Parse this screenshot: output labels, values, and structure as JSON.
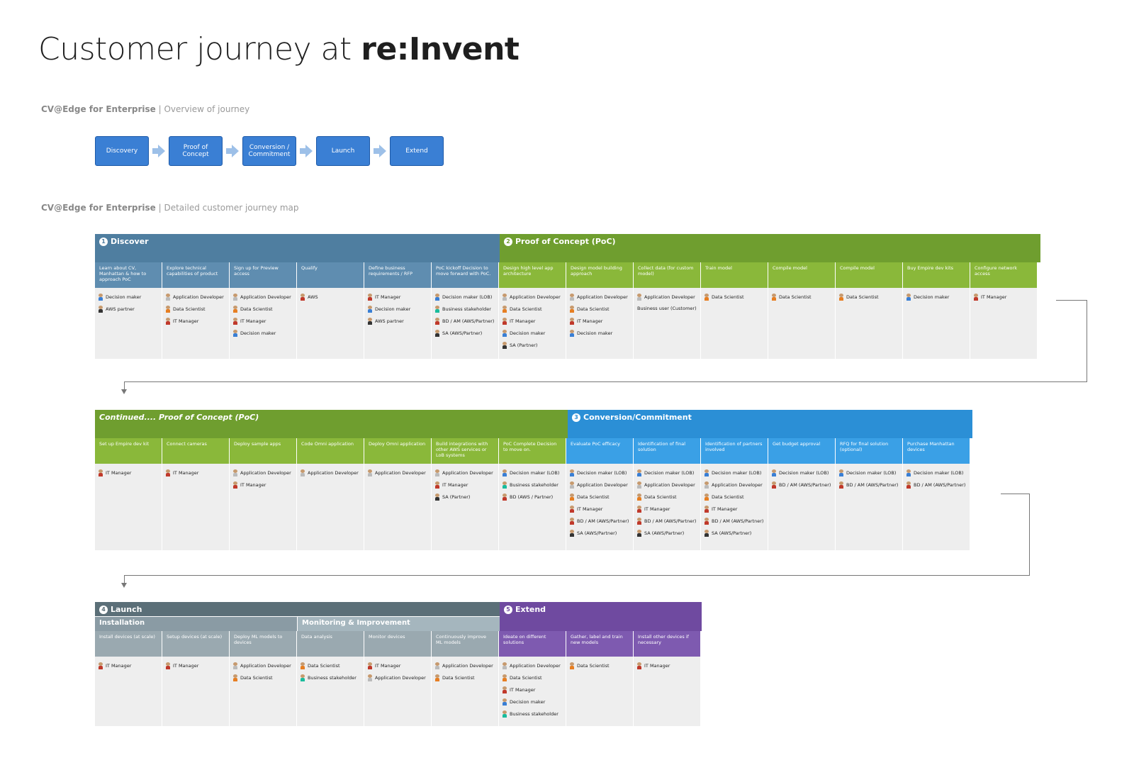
{
  "title": {
    "prefix": "Customer journey at ",
    "bold": "re:Invent"
  },
  "overview_caption": {
    "bold": "CV@Edge for Enterprise",
    "rest": " | Overview of journey"
  },
  "map_caption": {
    "bold": "CV@Edge for Enterprise",
    "rest": " | Detailed customer journey map"
  },
  "overview": [
    "Discovery",
    "Proof of Concept",
    "Conversion / Commitment",
    "Launch",
    "Extend"
  ],
  "phases": {
    "p1": {
      "num": "1",
      "label": "Discover"
    },
    "p2": {
      "num": "2",
      "label": "Proof of Concept (PoC)"
    },
    "p2c": {
      "label": "Continued.... Proof of Concept (PoC)"
    },
    "p3": {
      "num": "3",
      "label": "Conversion/Commitment"
    },
    "p4": {
      "num": "4",
      "label": "Launch"
    },
    "p4a": {
      "label": "Installation"
    },
    "p4b": {
      "label": "Monitoring & Improvement"
    },
    "p5": {
      "num": "5",
      "label": "Extend"
    }
  },
  "colors": {
    "discover": "#4f7ea0",
    "discover_step": "#5f8db0",
    "poc": "#6f9e2f",
    "poc_step": "#8ab83a",
    "conv": "#2b8fd6",
    "conv_step": "#3aa0e6",
    "launch": "#5b6f78",
    "launch_sub": "#8a9ba4",
    "launch_step": "#9aa9b0",
    "monitor_sub": "#a5b6be",
    "extend": "#6f4aa0",
    "extend_step": "#7e5ab0"
  },
  "row1": [
    {
      "step": "Learn about CV, Manhattan & how to approach PoC",
      "people": [
        [
          "Decision maker",
          "blue"
        ],
        [
          "AWS partner",
          "dark"
        ]
      ]
    },
    {
      "step": "Explore technical capabilities of product",
      "people": [
        [
          "Application Developer",
          "gray"
        ],
        [
          "Data Scientist",
          "orange"
        ],
        [
          "IT Manager",
          "red"
        ]
      ]
    },
    {
      "step": "Sign up for Preview access",
      "people": [
        [
          "Application Developer",
          "gray"
        ],
        [
          "Data Scientist",
          "orange"
        ],
        [
          "IT Manager",
          "red"
        ],
        [
          "Decision maker",
          "blue"
        ]
      ]
    },
    {
      "step": "Qualify",
      "people": [
        [
          "AWS",
          "red"
        ]
      ]
    },
    {
      "step": "Define business requirements / RFP",
      "people": [
        [
          "IT Manager",
          "red"
        ],
        [
          "Decision maker",
          "blue"
        ],
        [
          "AWS partner",
          "dark"
        ]
      ]
    },
    {
      "step": "PoC kickoff Decision to move forward with PoC.",
      "people": [
        [
          "Decision maker (LOB)",
          "blue"
        ],
        [
          "Business stakeholder",
          "teal"
        ],
        [
          "BD / AM (AWS/Partner)",
          "red"
        ],
        [
          "SA (AWS/Partner)",
          "dark"
        ]
      ]
    },
    {
      "step": "Design high level app architecture",
      "people": [
        [
          "Application Developer",
          "gray"
        ],
        [
          "Data Scientist",
          "orange"
        ],
        [
          "IT Manager",
          "red"
        ],
        [
          "Decision maker",
          "blue"
        ],
        [
          "SA (Partner)",
          "dark"
        ]
      ]
    },
    {
      "step": "Design model building approach",
      "people": [
        [
          "Application Developer",
          "gray"
        ],
        [
          "Data Scientist",
          "orange"
        ],
        [
          "IT Manager",
          "red"
        ],
        [
          "Decision maker",
          "blue"
        ]
      ]
    },
    {
      "step": "Collect data (for custom model)",
      "people": [
        [
          "Application Developer",
          "gray"
        ],
        [
          "Business user (Customer)",
          ""
        ]
      ]
    },
    {
      "step": "Train model",
      "people": [
        [
          "Data Scientist",
          "orange"
        ]
      ]
    },
    {
      "step": "Compile model",
      "people": [
        [
          "Data Scientist",
          "orange"
        ]
      ]
    },
    {
      "step": "Compile model",
      "people": [
        [
          "Data Scientist",
          "orange"
        ]
      ]
    },
    {
      "step": "Buy Empire dev kits",
      "people": [
        [
          "Decision maker",
          "blue"
        ]
      ]
    },
    {
      "step": "Configure network access",
      "people": [
        [
          "IT Manager",
          "red"
        ]
      ]
    }
  ],
  "row2": [
    {
      "step": "Set up Empire dev kit",
      "people": [
        [
          "IT Manager",
          "red"
        ]
      ]
    },
    {
      "step": "Connect cameras",
      "people": [
        [
          "IT Manager",
          "red"
        ]
      ]
    },
    {
      "step": "Deploy sample apps",
      "people": [
        [
          "Application Developer",
          "gray"
        ],
        [
          "IT Manager",
          "red"
        ]
      ]
    },
    {
      "step": "Code Omni application",
      "people": [
        [
          "Application Developer",
          "gray"
        ]
      ]
    },
    {
      "step": "Deploy Omni application",
      "people": [
        [
          "Application Developer",
          "gray"
        ]
      ]
    },
    {
      "step": "Build integrations with other AWS services or LoB systems",
      "people": [
        [
          "Application Developer",
          "gray"
        ],
        [
          "IT Manager",
          "red"
        ],
        [
          "SA (Partner)",
          "dark"
        ]
      ]
    },
    {
      "step": "PoC Complete Decision to move on.",
      "people": [
        [
          "Decision maker (LOB)",
          "blue"
        ],
        [
          "Business stakeholder",
          "teal"
        ],
        [
          "BD (AWS / Partner)",
          "red"
        ]
      ]
    },
    {
      "step": "Evaluate PoC efficacy",
      "people": [
        [
          "Decision maker (LOB)",
          "blue"
        ],
        [
          "Application Developer",
          "gray"
        ],
        [
          "Data Scientist",
          "orange"
        ],
        [
          "IT Manager",
          "red"
        ],
        [
          "BD / AM (AWS/Partner)",
          "red"
        ],
        [
          "SA (AWS/Partner)",
          "dark"
        ]
      ]
    },
    {
      "step": "Identification of final solution",
      "people": [
        [
          "Decision maker (LOB)",
          "blue"
        ],
        [
          "Application Developer",
          "gray"
        ],
        [
          "Data Scientist",
          "orange"
        ],
        [
          "IT Manager",
          "red"
        ],
        [
          "BD / AM (AWS/Partner)",
          "red"
        ],
        [
          "SA (AWS/Partner)",
          "dark"
        ]
      ]
    },
    {
      "step": "Identification of partners involved",
      "people": [
        [
          "Decision maker (LOB)",
          "blue"
        ],
        [
          "Application Developer",
          "gray"
        ],
        [
          "Data Scientist",
          "orange"
        ],
        [
          "IT Manager",
          "red"
        ],
        [
          "BD / AM (AWS/Partner)",
          "red"
        ],
        [
          "SA (AWS/Partner)",
          "dark"
        ]
      ]
    },
    {
      "step": "Get budget approval",
      "people": [
        [
          "Decision maker (LOB)",
          "blue"
        ],
        [
          "BD / AM (AWS/Partner)",
          "red"
        ]
      ]
    },
    {
      "step": "RFQ for final solution (optional)",
      "people": [
        [
          "Decision maker (LOB)",
          "blue"
        ],
        [
          "BD / AM (AWS/Partner)",
          "red"
        ]
      ]
    },
    {
      "step": "Purchase Manhattan devices",
      "people": [
        [
          "Decision maker (LOB)",
          "blue"
        ],
        [
          "BD / AM (AWS/Partner)",
          "red"
        ]
      ]
    }
  ],
  "row3": [
    {
      "step": "Install devices (at scale)",
      "people": [
        [
          "IT Manager",
          "red"
        ]
      ]
    },
    {
      "step": "Setup devices (at scale)",
      "people": [
        [
          "IT Manager",
          "red"
        ]
      ]
    },
    {
      "step": "Deploy ML models to devices",
      "people": [
        [
          "Application Developer",
          "gray"
        ],
        [
          "Data Scientist",
          "orange"
        ]
      ]
    },
    {
      "step": "Data analysis",
      "people": [
        [
          "Data Scientist",
          "orange"
        ],
        [
          "Business stakeholder",
          "teal"
        ]
      ]
    },
    {
      "step": "Monitor devices",
      "people": [
        [
          "IT Manager",
          "red"
        ],
        [
          "Application Developer",
          "gray"
        ]
      ]
    },
    {
      "step": "Continuously improve ML models",
      "people": [
        [
          "Application Developer",
          "gray"
        ],
        [
          "Data Scientist",
          "orange"
        ]
      ]
    },
    {
      "step": "Ideate on different solutions",
      "people": [
        [
          "Application Developer",
          "gray"
        ],
        [
          "Data Scientist",
          "orange"
        ],
        [
          "IT Manager",
          "red"
        ],
        [
          "Decision maker",
          "blue"
        ],
        [
          "Business stakeholder",
          "teal"
        ]
      ]
    },
    {
      "step": "Gather, label and train new models",
      "people": [
        [
          "Data Scientist",
          "orange"
        ]
      ]
    },
    {
      "step": "Install other devices if necessary",
      "people": [
        [
          "IT Manager",
          "red"
        ]
      ]
    }
  ]
}
